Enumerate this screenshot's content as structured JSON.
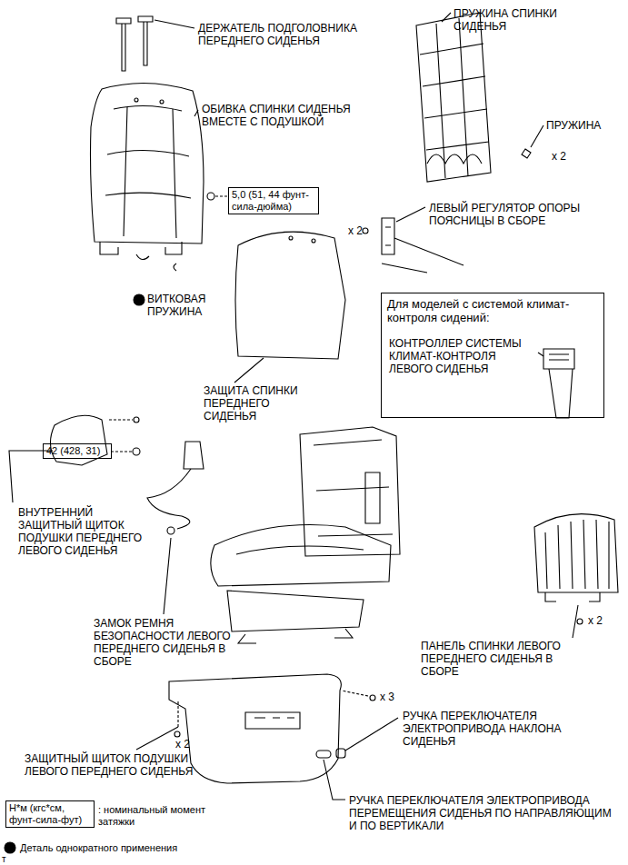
{
  "diagram": {
    "nodes": [
      {
        "text": [
          "5,0 (51, 44 фунт-сила-дюйма)"
        ]
      },
      {
        "text": [
          "Для моделей с системой климат-контроля сидений:",
          "КОНТРОЛЛЕР СИСТЕМЫ КЛИМАТ-КОНТРОЛЯ ЛЕВОГО СИДЕНЬЯ"
        ]
      },
      {
        "text": [
          "42 (428, 31)"
        ]
      },
      {
        "text": [
          "Н*м (кгс*см, фунт-сила-фут)"
        ]
      }
    ],
    "labels": [
      "ДЕРЖАТЕЛЬ ПОДГОЛОВНИКА ПЕРЕДНЕГО СИДЕНЬЯ",
      "ПРУЖИНА СПИНКИ СИДЕНЬЯ",
      "ОБИВКА СПИНКИ СИДЕНЬЯ ВМЕСТЕ С ПОДУШКОЙ",
      "ПРУЖИНА",
      "x 2",
      "x 2",
      "ЛЕВЫЙ РЕГУЛЯТОР ОПОРЫ ПОЯСНИЦЫ В СБОРЕ",
      "ВИТКОВАЯ ПРУЖИНА",
      "ЗАЩИТА СПИНКИ ПЕРЕДНЕГО СИДЕНЬЯ",
      "ВНУТРЕННИЙ ЗАЩИТНЫЙ ЩИТОК ПОДУШКИ ПЕРЕДНЕГО ЛЕВОГО СИДЕНЬЯ",
      "x 2",
      "ЗАМОК РЕМНЯ БЕЗОПАСНОСТИ ЛЕВОГО ПЕРЕДНЕГО СИДЕНЬЯ В СБОРЕ",
      "ПАНЕЛЬ СПИНКИ ЛЕВОГО ПЕРЕДНЕГО СИДЕНЬЯ В СБОРЕ",
      "x 3",
      "x 2",
      "РУЧКА ПЕРЕКЛЮЧАТЕЛЯ ЭЛЕКТРОПРИВОДА НАКЛОНА СИДЕНЬЯ",
      "ЗАЩИТНЫЙ ЩИТОК ПОДУШКИ ЛЕВОГО ПЕРЕДНЕГО СИДЕНЬЯ",
      "РУЧКА ПЕРЕКЛЮЧАТЕЛЯ ЭЛЕКТРОПРИВОДА ПЕРЕМЕЩЕНИЯ СИДЕНЬЯ ПО НАПРАВЛЯЮЩИМ И ПО ВЕРТИКАЛИ",
      "т"
    ],
    "legend": [
      {
        "text": ": номинальный момент затяжки"
      },
      {
        "text": "Деталь однократного применения"
      }
    ]
  }
}
